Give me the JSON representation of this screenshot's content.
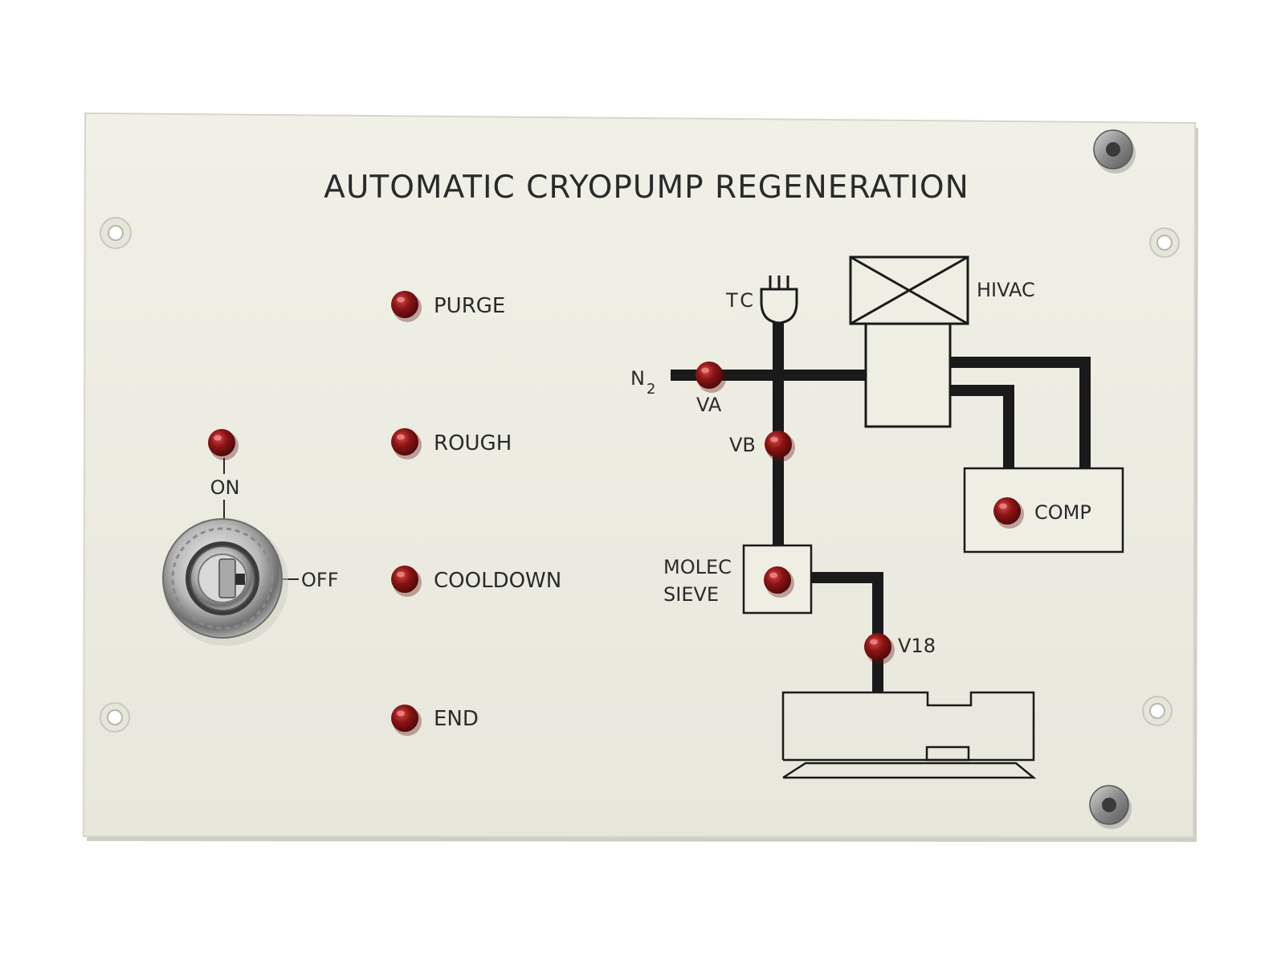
{
  "panel": {
    "title": "AUTOMATIC CRYOPUMP REGENERATION",
    "background_color": "#efeee3",
    "line_color": "#1a1a1a",
    "led_color": "#8a1414"
  },
  "key_switch": {
    "on_label": "ON",
    "off_label": "OFF"
  },
  "status_leds": {
    "purge": "PURGE",
    "rough": "ROUGH",
    "cooldown": "COOLDOWN",
    "end": "END"
  },
  "diagram": {
    "tc": "TC",
    "n2_main": "N",
    "n2_sub": "2",
    "va": "VA",
    "vb": "VB",
    "hivac": "HIVAC",
    "comp": "COMP",
    "molec": "MOLEC",
    "sieve": "SIEVE",
    "v18": "V18"
  }
}
